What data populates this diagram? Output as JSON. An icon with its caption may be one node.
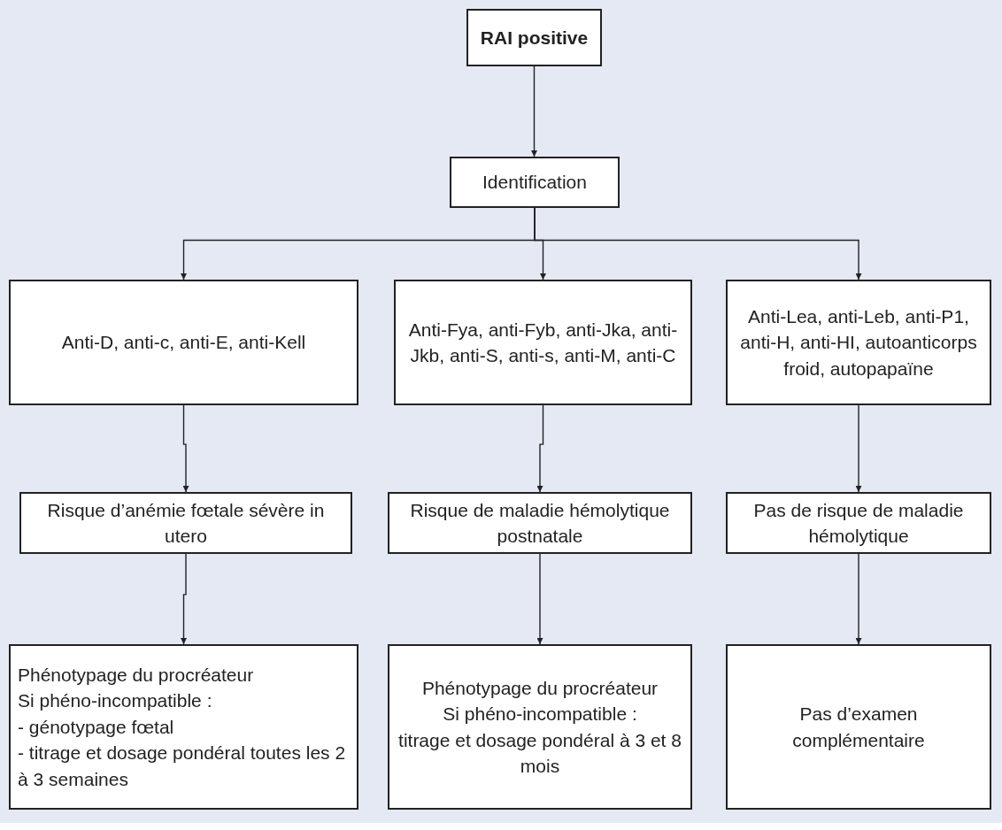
{
  "diagram": {
    "nodes": [
      {
        "text": [
          "RAI positive"
        ]
      },
      {
        "text": [
          "Identification"
        ]
      },
      {
        "text": [
          "Anti-D, anti-c, anti-E, anti-Kell"
        ]
      },
      {
        "text": [
          "Anti-Fya, anti-Fyb, anti-Jka, anti-Jkb, anti-S, anti-s, anti-M, anti-C"
        ]
      },
      {
        "text": [
          "Anti-Lea, anti-Leb, anti-P1, anti-H, anti-HI, autoanticorps froid, autopapaïne"
        ]
      },
      {
        "text": [
          "Risque d’anémie fœtale sévère in utero"
        ]
      },
      {
        "text": [
          "Risque de maladie hémolytique postnatale"
        ]
      },
      {
        "text": [
          "Pas de risque de maladie hémolytique"
        ]
      },
      {
        "text": [
          "Phénotypage du procréateur",
          "Si phéno-incompatible :",
          "- génotypage fœtal",
          "- titrage et dosage pondéral toutes les 2 à 3 semaines"
        ]
      },
      {
        "text": [
          "Phénotypage du procréateur",
          "Si phéno-incompatible :",
          "titrage et dosage pondéral à 3 et 8 mois"
        ]
      },
      {
        "text": [
          "Pas d’examen complémentaire"
        ]
      }
    ],
    "edges": [
      {
        "from": 0,
        "to": 1,
        "arrow": "to"
      },
      {
        "from": 1,
        "to": 2,
        "arrow": "to"
      },
      {
        "from": 1,
        "to": 3,
        "arrow": "to"
      },
      {
        "from": 1,
        "to": 4,
        "arrow": "to"
      },
      {
        "from": 2,
        "to": 5,
        "arrow": "to"
      },
      {
        "from": 3,
        "to": 6,
        "arrow": "to"
      },
      {
        "from": 4,
        "to": 7,
        "arrow": "to"
      },
      {
        "from": 5,
        "to": 8,
        "arrow": "to"
      },
      {
        "from": 6,
        "to": 9,
        "arrow": "to"
      },
      {
        "from": 7,
        "to": 10,
        "arrow": "to"
      }
    ]
  }
}
